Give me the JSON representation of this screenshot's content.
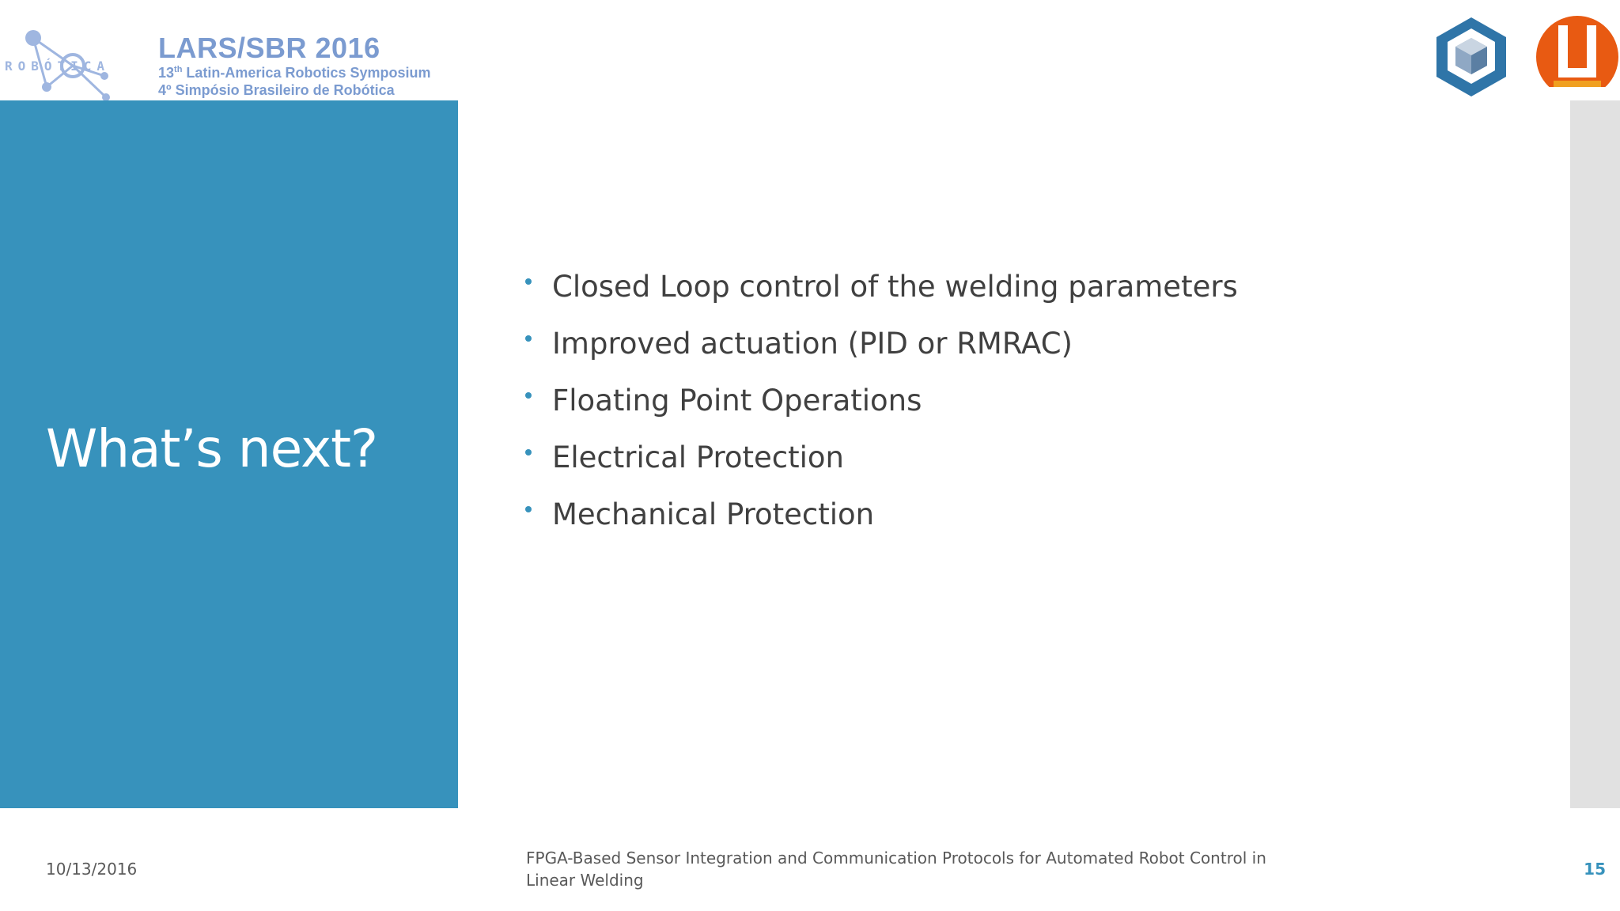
{
  "header": {
    "brand_word": "ROBÓTICA",
    "event_title": "LARS/SBR 2016",
    "line1_prefix": "13",
    "line1_sup": "th",
    "line1_rest": " Latin-America Robotics Symposium",
    "line2": "4º Simpósio Brasileiro de Robótica"
  },
  "slide": {
    "title": "What’s next?",
    "bullets": [
      "Closed Loop control of the welding parameters",
      "Improved actuation (PID or RMRAC)",
      "Floating Point Operations",
      "Electrical Protection",
      "Mechanical Protection"
    ]
  },
  "footer": {
    "date": "10/13/2016",
    "title": "FPGA-Based Sensor Integration and Communication Protocols for Automated Robot Control in Linear Welding",
    "page_number": "15"
  },
  "colors": {
    "accent_blue": "#3792bc",
    "logo_blue": "#7b9bd0",
    "strip_gray": "#e1e1e1"
  }
}
